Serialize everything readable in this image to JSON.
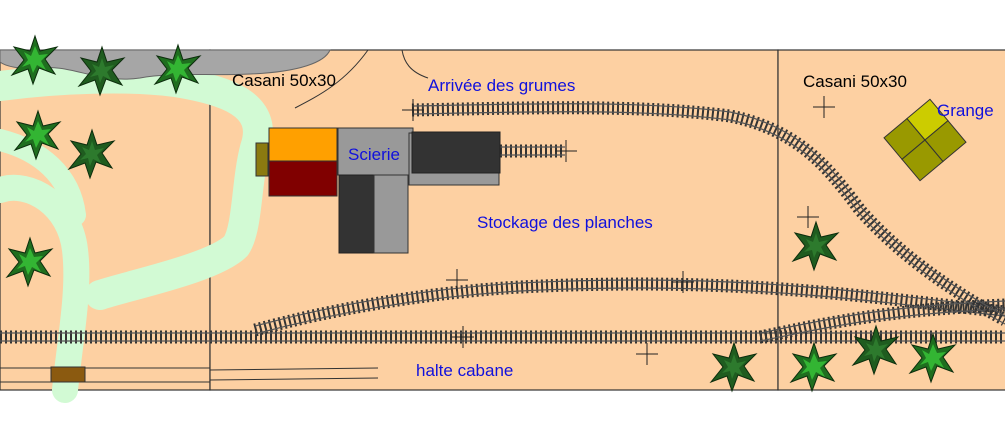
{
  "labels": {
    "casani_left": "Casani 50x30",
    "casani_right": "Casani 50x30",
    "arrivee": "Arrivée des grumes",
    "scierie": "Scierie",
    "stockage": "Stockage des planches",
    "grange": "Grange",
    "halte": "halte cabane"
  },
  "colors": {
    "background": "#ffffff",
    "baseboard": "#fdd0a2",
    "board_border": "#333333",
    "river": "#d2fad4",
    "rock": "#a6a6a6",
    "tie": "#333333",
    "rail": "#555555",
    "label_blue": "#1010dd",
    "label_black": "#000000",
    "scierie_orange": "#ffa000",
    "scierie_red": "#800000",
    "building_gray": "#999999",
    "building_dark": "#333333",
    "grange_olive": "#999900",
    "grange_yellow": "#cccc00",
    "tree_dark": "#1f5c1f",
    "tree_light": "#33b533",
    "hut_brown": "#8b5a10"
  },
  "icons": {
    "tree": "conifer-tree-icon",
    "marker": "cross-marker-icon"
  }
}
